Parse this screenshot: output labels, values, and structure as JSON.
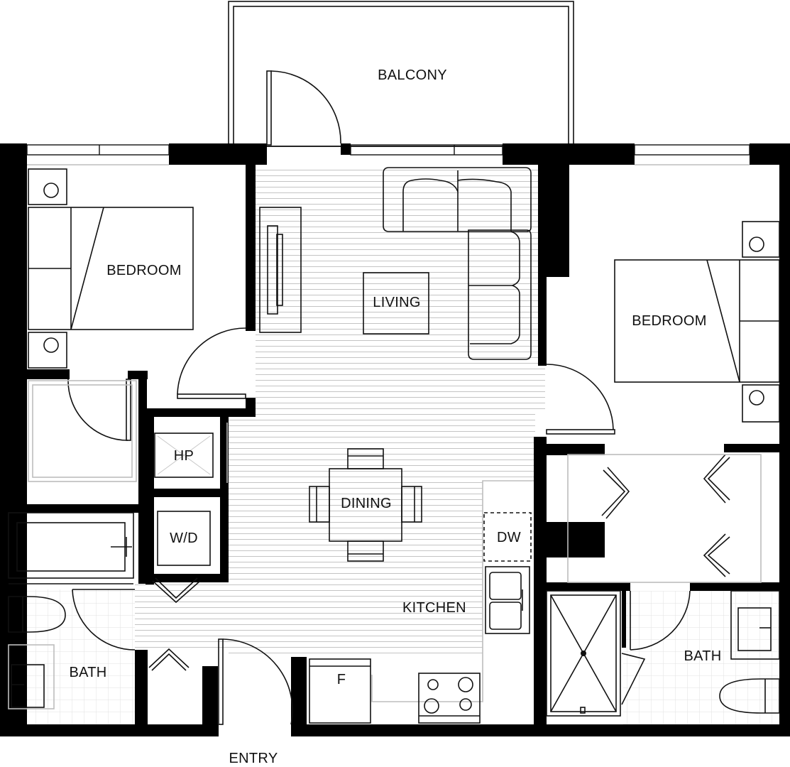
{
  "rooms": {
    "balcony": "BALCONY",
    "bedroom_left": "BEDROOM",
    "living": "LIVING",
    "bedroom_right": "BEDROOM",
    "hp": "HP",
    "dining": "DINING",
    "wd": "W/D",
    "dw": "DW",
    "kitchen": "KITCHEN",
    "bath_left": "BATH",
    "bath_right": "BATH",
    "fridge": "F",
    "entry": "ENTRY"
  }
}
